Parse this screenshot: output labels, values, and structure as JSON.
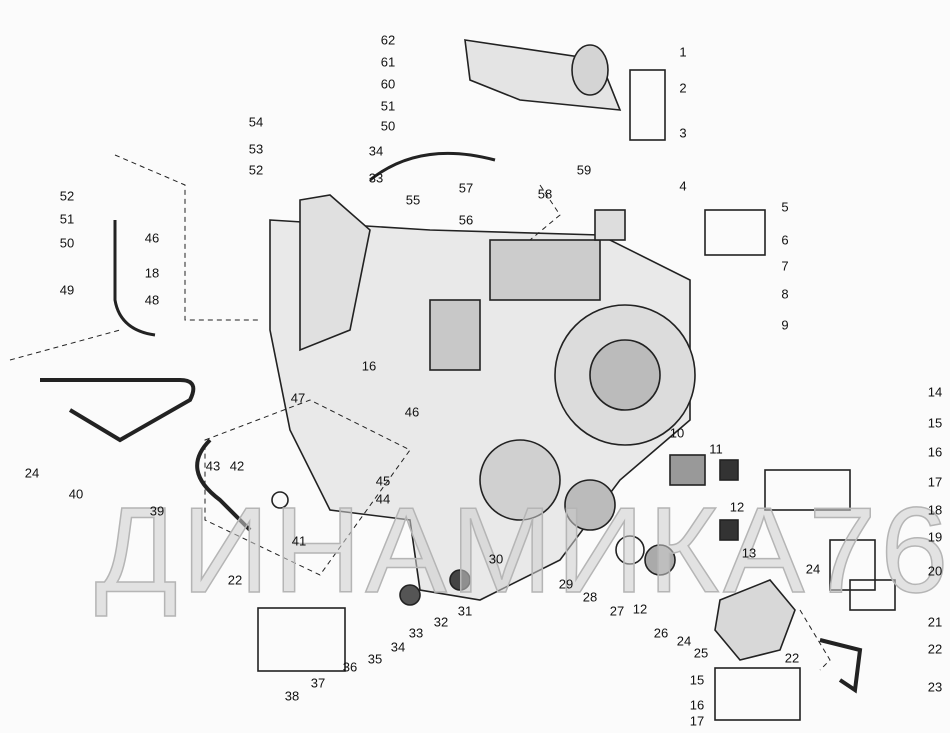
{
  "watermark": "ДИНАМИКА76",
  "callouts": [
    "1",
    "2",
    "3",
    "4",
    "5",
    "6",
    "7",
    "8",
    "9",
    "10",
    "11",
    "12",
    "13",
    "14",
    "15",
    "16",
    "17",
    "18",
    "19",
    "20",
    "21",
    "22",
    "23",
    "24",
    "22",
    "24",
    "25",
    "26",
    "12",
    "27",
    "28",
    "29",
    "30",
    "31",
    "32",
    "33",
    "34",
    "35",
    "36",
    "37",
    "38",
    "15",
    "16",
    "17",
    "39",
    "22",
    "41",
    "40",
    "24",
    "43",
    "42",
    "44",
    "45",
    "46",
    "47",
    "16",
    "49",
    "50",
    "51",
    "52",
    "46",
    "18",
    "48",
    "54",
    "53",
    "52",
    "34",
    "33",
    "55",
    "56",
    "57",
    "58",
    "59",
    "62",
    "61",
    "60",
    "51",
    "50"
  ]
}
